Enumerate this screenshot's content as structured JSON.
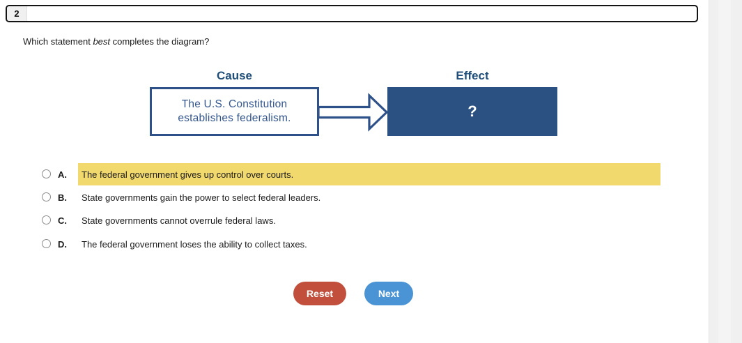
{
  "header": {
    "question_number": "2"
  },
  "question": {
    "prefix": "Which statement ",
    "emphasis": "best",
    "suffix": " completes the diagram?"
  },
  "diagram": {
    "cause_label": "Cause",
    "effect_label": "Effect",
    "cause_text": "The U.S. Constitution establishes federalism.",
    "effect_text": "?"
  },
  "options": [
    {
      "letter": "A.",
      "text": "The federal government gives up control over courts.",
      "highlighted": true
    },
    {
      "letter": "B.",
      "text": "State governments gain the power to select federal leaders.",
      "highlighted": false
    },
    {
      "letter": "C.",
      "text": "State governments cannot overrule federal laws.",
      "highlighted": false
    },
    {
      "letter": "D.",
      "text": "The federal government loses the ability to collect taxes.",
      "highlighted": false
    }
  ],
  "buttons": {
    "reset": "Reset",
    "next": "Next"
  },
  "colors": {
    "header_blue": "#1f4e79",
    "cause_border_blue": "#2d5188",
    "effect_fill_blue": "#2a5182",
    "highlight_yellow": "#f2d96e",
    "reset_red": "#c14f3c",
    "next_blue": "#4a93d4"
  }
}
